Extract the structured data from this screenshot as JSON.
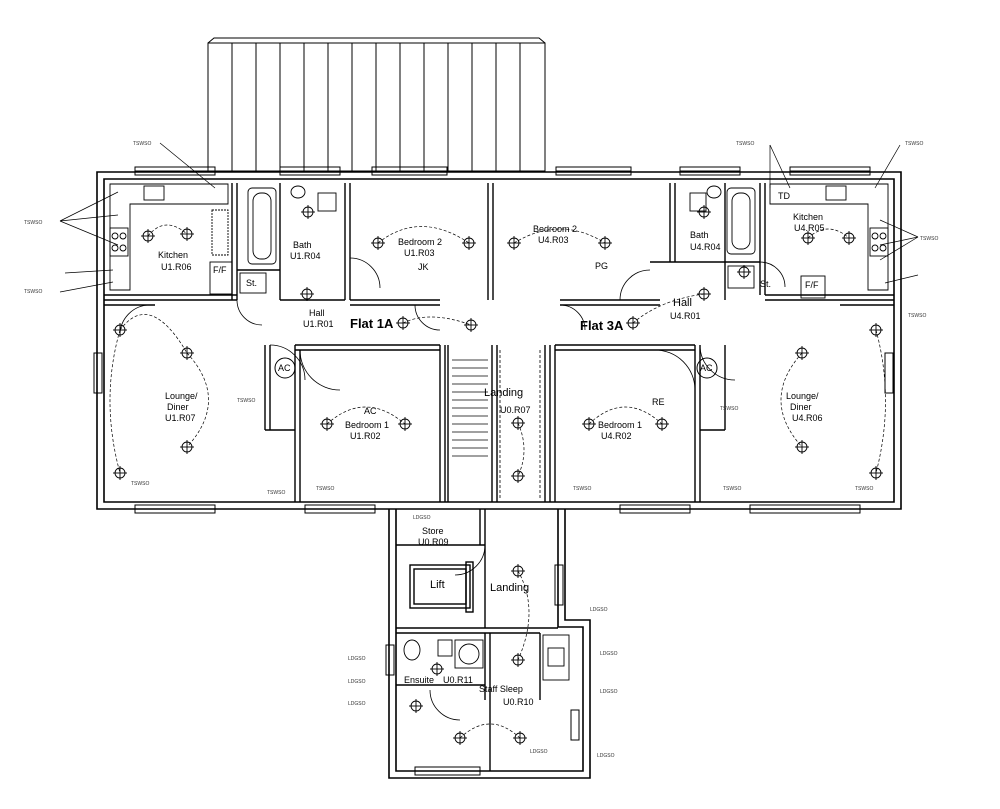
{
  "flats": {
    "flat_1a": "Flat 1A",
    "flat_3a": "Flat 3A"
  },
  "rooms": {
    "kitchen_1": {
      "name": "Kitchen",
      "code": "U1.R06"
    },
    "bath_1": {
      "name": "Bath",
      "code": "U1.R04"
    },
    "bedroom2_1": {
      "name": "Bedroom 2",
      "code": "U1.R03",
      "tag": "JK"
    },
    "bedroom2_4": {
      "name": "Bedroom 2",
      "code": "U4.R03",
      "tag": "PG"
    },
    "bath_4": {
      "name": "Bath",
      "code": "U4.R04"
    },
    "kitchen_4": {
      "name": "Kitchen",
      "code": "U4.R05",
      "tag": "TD"
    },
    "hall_1": {
      "name": "Hall",
      "code": "U1.R01"
    },
    "hall_4": {
      "name": "Hall",
      "code": "U4.R01"
    },
    "lounge_1": {
      "name": "Lounge/",
      "name2": "Diner",
      "code": "U1.R07"
    },
    "bedroom1_1": {
      "name": "Bedroom 1",
      "code": "U1.R02",
      "tag": "AC"
    },
    "landing_upper": {
      "name": "Landing",
      "code": "U0.R07"
    },
    "bedroom1_4": {
      "name": "Bedroom 1",
      "code": "U4.R02",
      "tag": "RE"
    },
    "lounge_4": {
      "name": "Lounge/",
      "name2": "Diner",
      "code": "U4.R06"
    },
    "store": {
      "name": "Store",
      "code": "U0.R09"
    },
    "lift": {
      "name": "Lift"
    },
    "landing_lower": {
      "name": "Landing"
    },
    "ensuite": {
      "name": "Ensuite",
      "code": "U0.R11"
    },
    "staff_sleep": {
      "name": "Staff Sleep",
      "code": "U0.R10"
    }
  },
  "fixtures": {
    "ff": "F/F",
    "st": "St.",
    "ac": "AC",
    "td": "TD"
  }
}
